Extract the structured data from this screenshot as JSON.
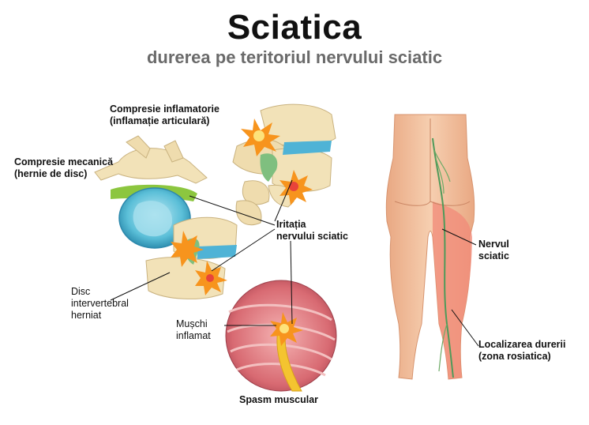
{
  "header": {
    "title": "Sciatica",
    "subtitle": "durerea pe teritoriul nervului sciatic"
  },
  "labels": {
    "compresie_inflamatorie": [
      "Compresie inflamatorie",
      "(inflamație articulară)"
    ],
    "compresie_mecanica": [
      "Compresie mecanică",
      "(hernie de disc)"
    ],
    "iritatia": [
      "Iritația",
      "nervului sciatic"
    ],
    "disc": [
      "Disc",
      "intervertebral",
      "herniat"
    ],
    "muschi": [
      "Mușchi",
      "inflamat"
    ],
    "spasm": "Spasm muscular",
    "nervul": [
      "Nervul",
      "sciatic"
    ],
    "localizarea": [
      "Localizarea durerii",
      "(zona rosiatica)"
    ]
  },
  "colors": {
    "bone": "#f2e2b8",
    "disc": "#8fd0e0",
    "nerve": "#8cc63f",
    "pain": "#f7941d",
    "skin": "#f3c2a0",
    "highlight": "#f28a78",
    "muscle": "#e8888e"
  }
}
